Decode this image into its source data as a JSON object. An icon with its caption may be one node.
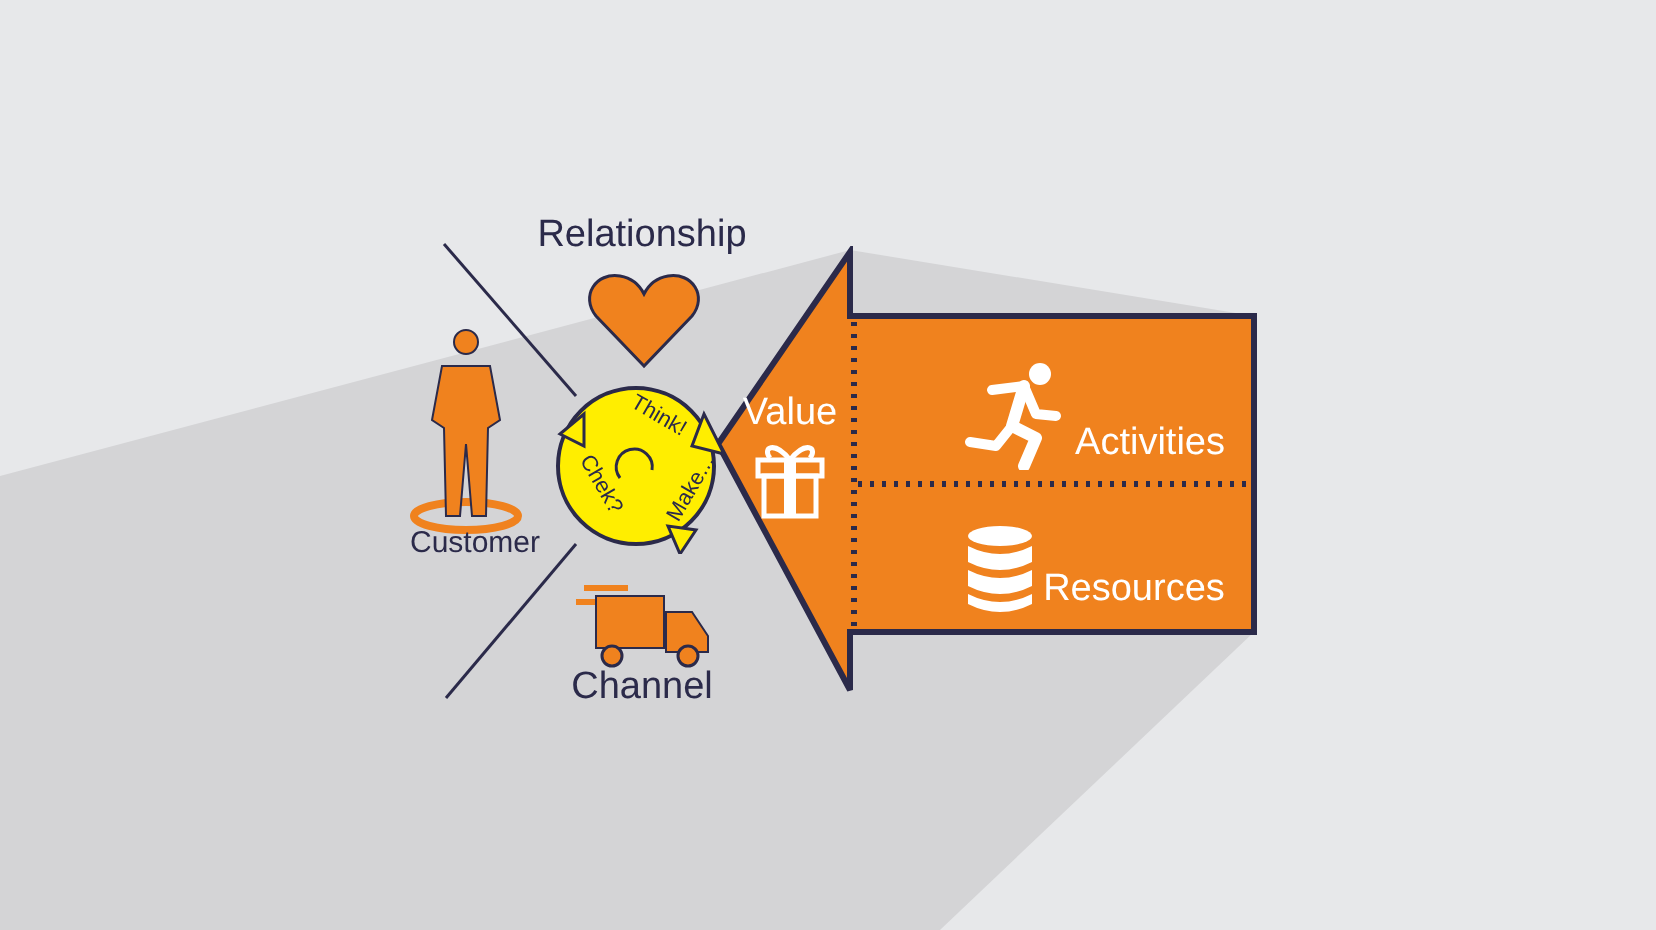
{
  "diagram": {
    "nodes": [
      {
        "text": [],
        "shape": "arrow"
      },
      {
        "text": [
          "Value"
        ],
        "in": 0
      },
      {
        "text": [
          "Activities"
        ],
        "in": 0
      },
      {
        "text": [
          "Resources"
        ],
        "in": 0
      },
      {
        "text": [
          "Think!",
          "Make...",
          "Chek?"
        ]
      }
    ],
    "labels": [
      "Relationship",
      "Customer",
      "Channel"
    ]
  }
}
